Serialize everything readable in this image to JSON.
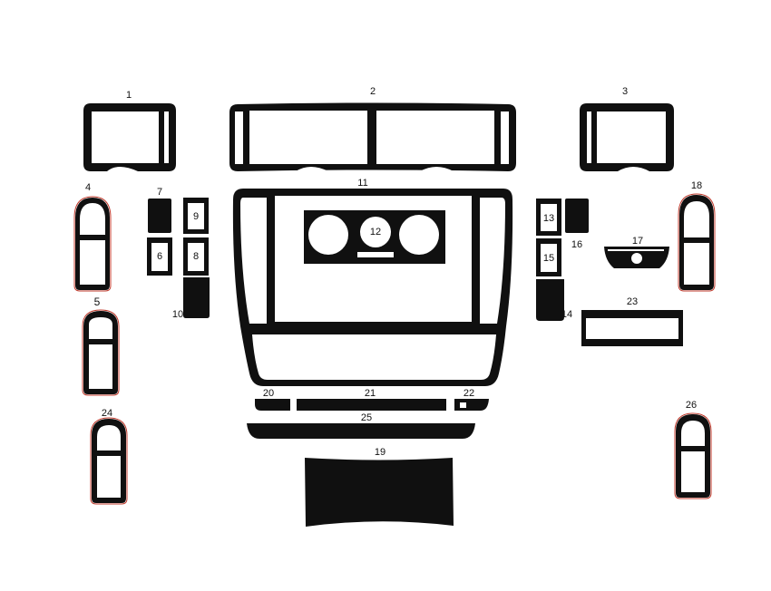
{
  "colors": {
    "piece": "#101010",
    "edge_highlight": "#c0392b",
    "background": "#ffffff"
  },
  "parts": [
    {
      "id": "1"
    },
    {
      "id": "2"
    },
    {
      "id": "3"
    },
    {
      "id": "4"
    },
    {
      "id": "5"
    },
    {
      "id": "6"
    },
    {
      "id": "7"
    },
    {
      "id": "8"
    },
    {
      "id": "9"
    },
    {
      "id": "10"
    },
    {
      "id": "11"
    },
    {
      "id": "12"
    },
    {
      "id": "13"
    },
    {
      "id": "14"
    },
    {
      "id": "15"
    },
    {
      "id": "16"
    },
    {
      "id": "17"
    },
    {
      "id": "18"
    },
    {
      "id": "19"
    },
    {
      "id": "20"
    },
    {
      "id": "21"
    },
    {
      "id": "22"
    },
    {
      "id": "23"
    },
    {
      "id": "24"
    },
    {
      "id": "25"
    },
    {
      "id": "26"
    }
  ]
}
